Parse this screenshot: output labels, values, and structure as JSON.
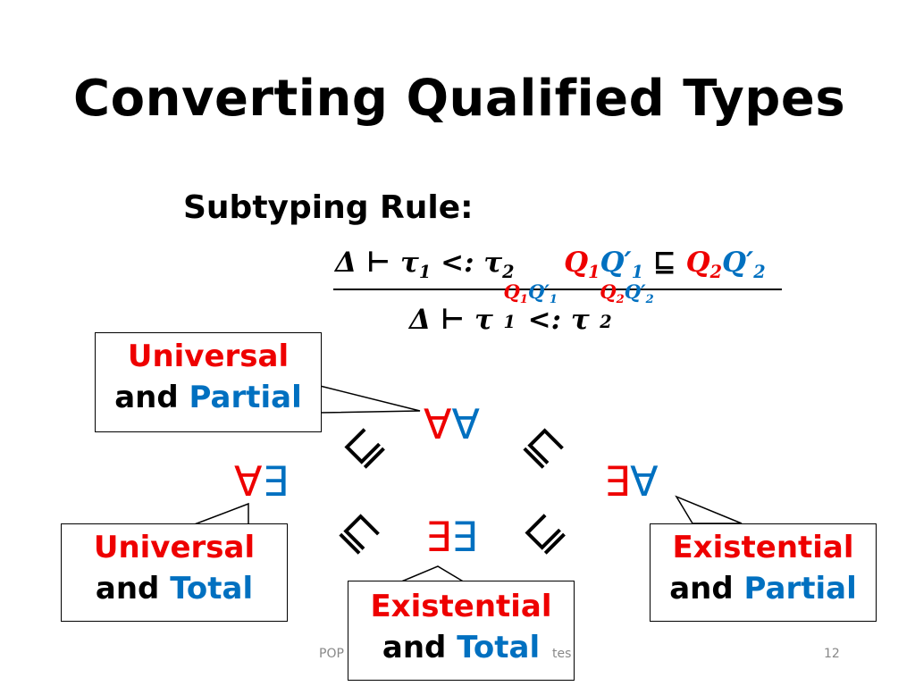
{
  "title": "Converting Qualified Types",
  "subtitle": "Subtyping Rule:",
  "rule": {
    "premise_left": "Δ ⊢ τ",
    "premise_tau1_sub": "1",
    "premise_mid": " <: τ",
    "premise_tau2_sub": "2",
    "premise_q1": "Q",
    "premise_q1_sub": "1",
    "premise_q1p": "Q′",
    "premise_q1p_sub": "1",
    "premise_sq": " ⊑ ",
    "premise_q2": "Q",
    "premise_q2_sub": "2",
    "premise_q2p": "Q′",
    "premise_q2p_sub": "2",
    "concl_left": "Δ ⊢ τ",
    "concl_subtype": " <: τ"
  },
  "quantifiers": {
    "top_red": "∀",
    "top_blue": "∀",
    "left_red": "∀",
    "left_blue": "∃",
    "right_red": "∃",
    "right_blue": "∀",
    "bottom_red": "∃",
    "bottom_blue": "∃"
  },
  "sqsubseteq_symbol": "⊑",
  "callouts": {
    "univ_partial": {
      "line1": "Universal",
      "and": "and",
      "line2": "Partial"
    },
    "univ_total": {
      "line1": "Universal",
      "and": "and",
      "line2": "Total"
    },
    "exist_total": {
      "line1": "Existential",
      "and": "and",
      "line2": "Total"
    },
    "exist_partial": {
      "line1": "Existential",
      "and": "and",
      "line2": "Partial"
    }
  },
  "footer": {
    "left": "POP",
    "right": "tes"
  },
  "page_number": "12",
  "colors": {
    "red": "#ee0000",
    "blue": "#0070c0"
  }
}
